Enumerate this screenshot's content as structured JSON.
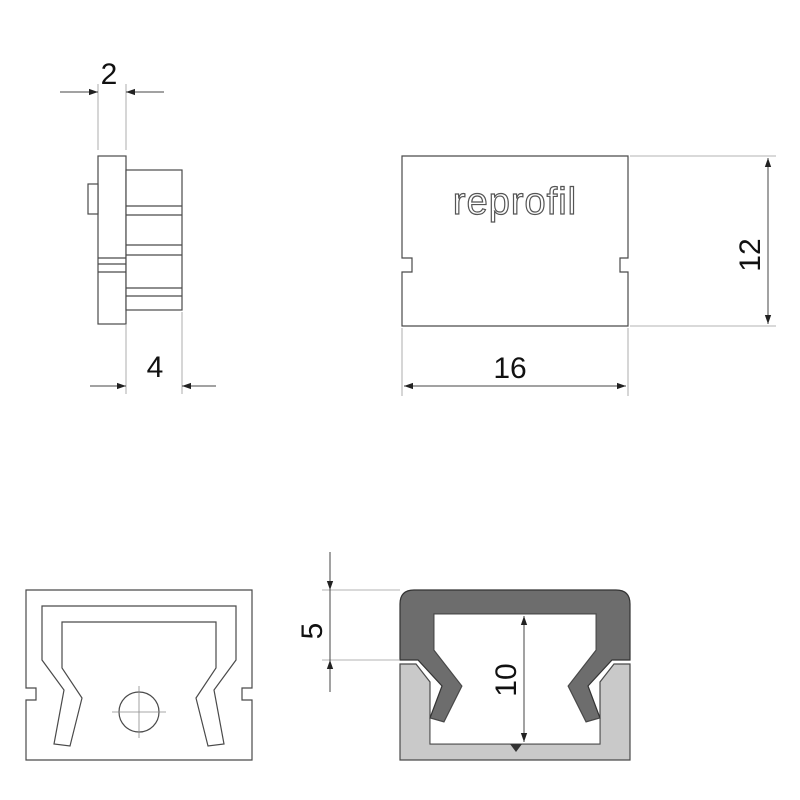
{
  "brand": {
    "logo_text": "reprofil"
  },
  "dimensions": {
    "thickness_top": "2",
    "depth_bottom": "4",
    "width": "16",
    "height": "12",
    "lid_depth": "5",
    "inner_height": "10"
  },
  "colors": {
    "outline": "#4a4a4a",
    "cover_fill": "#6d6d6d",
    "profile_fill": "#c9c9c9",
    "background": "#ffffff"
  }
}
